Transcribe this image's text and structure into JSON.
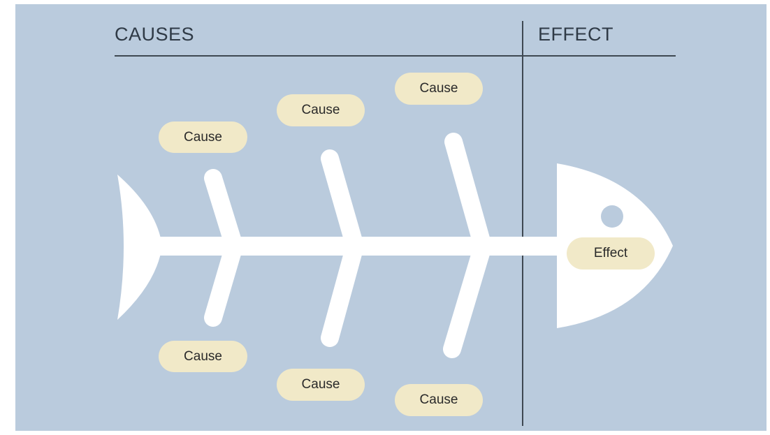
{
  "headings": {
    "causes": "CAUSES",
    "effect": "EFFECT"
  },
  "causes": {
    "top": [
      "Cause",
      "Cause",
      "Cause"
    ],
    "bottom": [
      "Cause",
      "Cause",
      "Cause"
    ]
  },
  "effect_label": "Effect",
  "colors": {
    "background": "#bacbdd",
    "fish": "#ffffff",
    "label_fill": "#f1e9c8",
    "line": "#3e4852"
  }
}
